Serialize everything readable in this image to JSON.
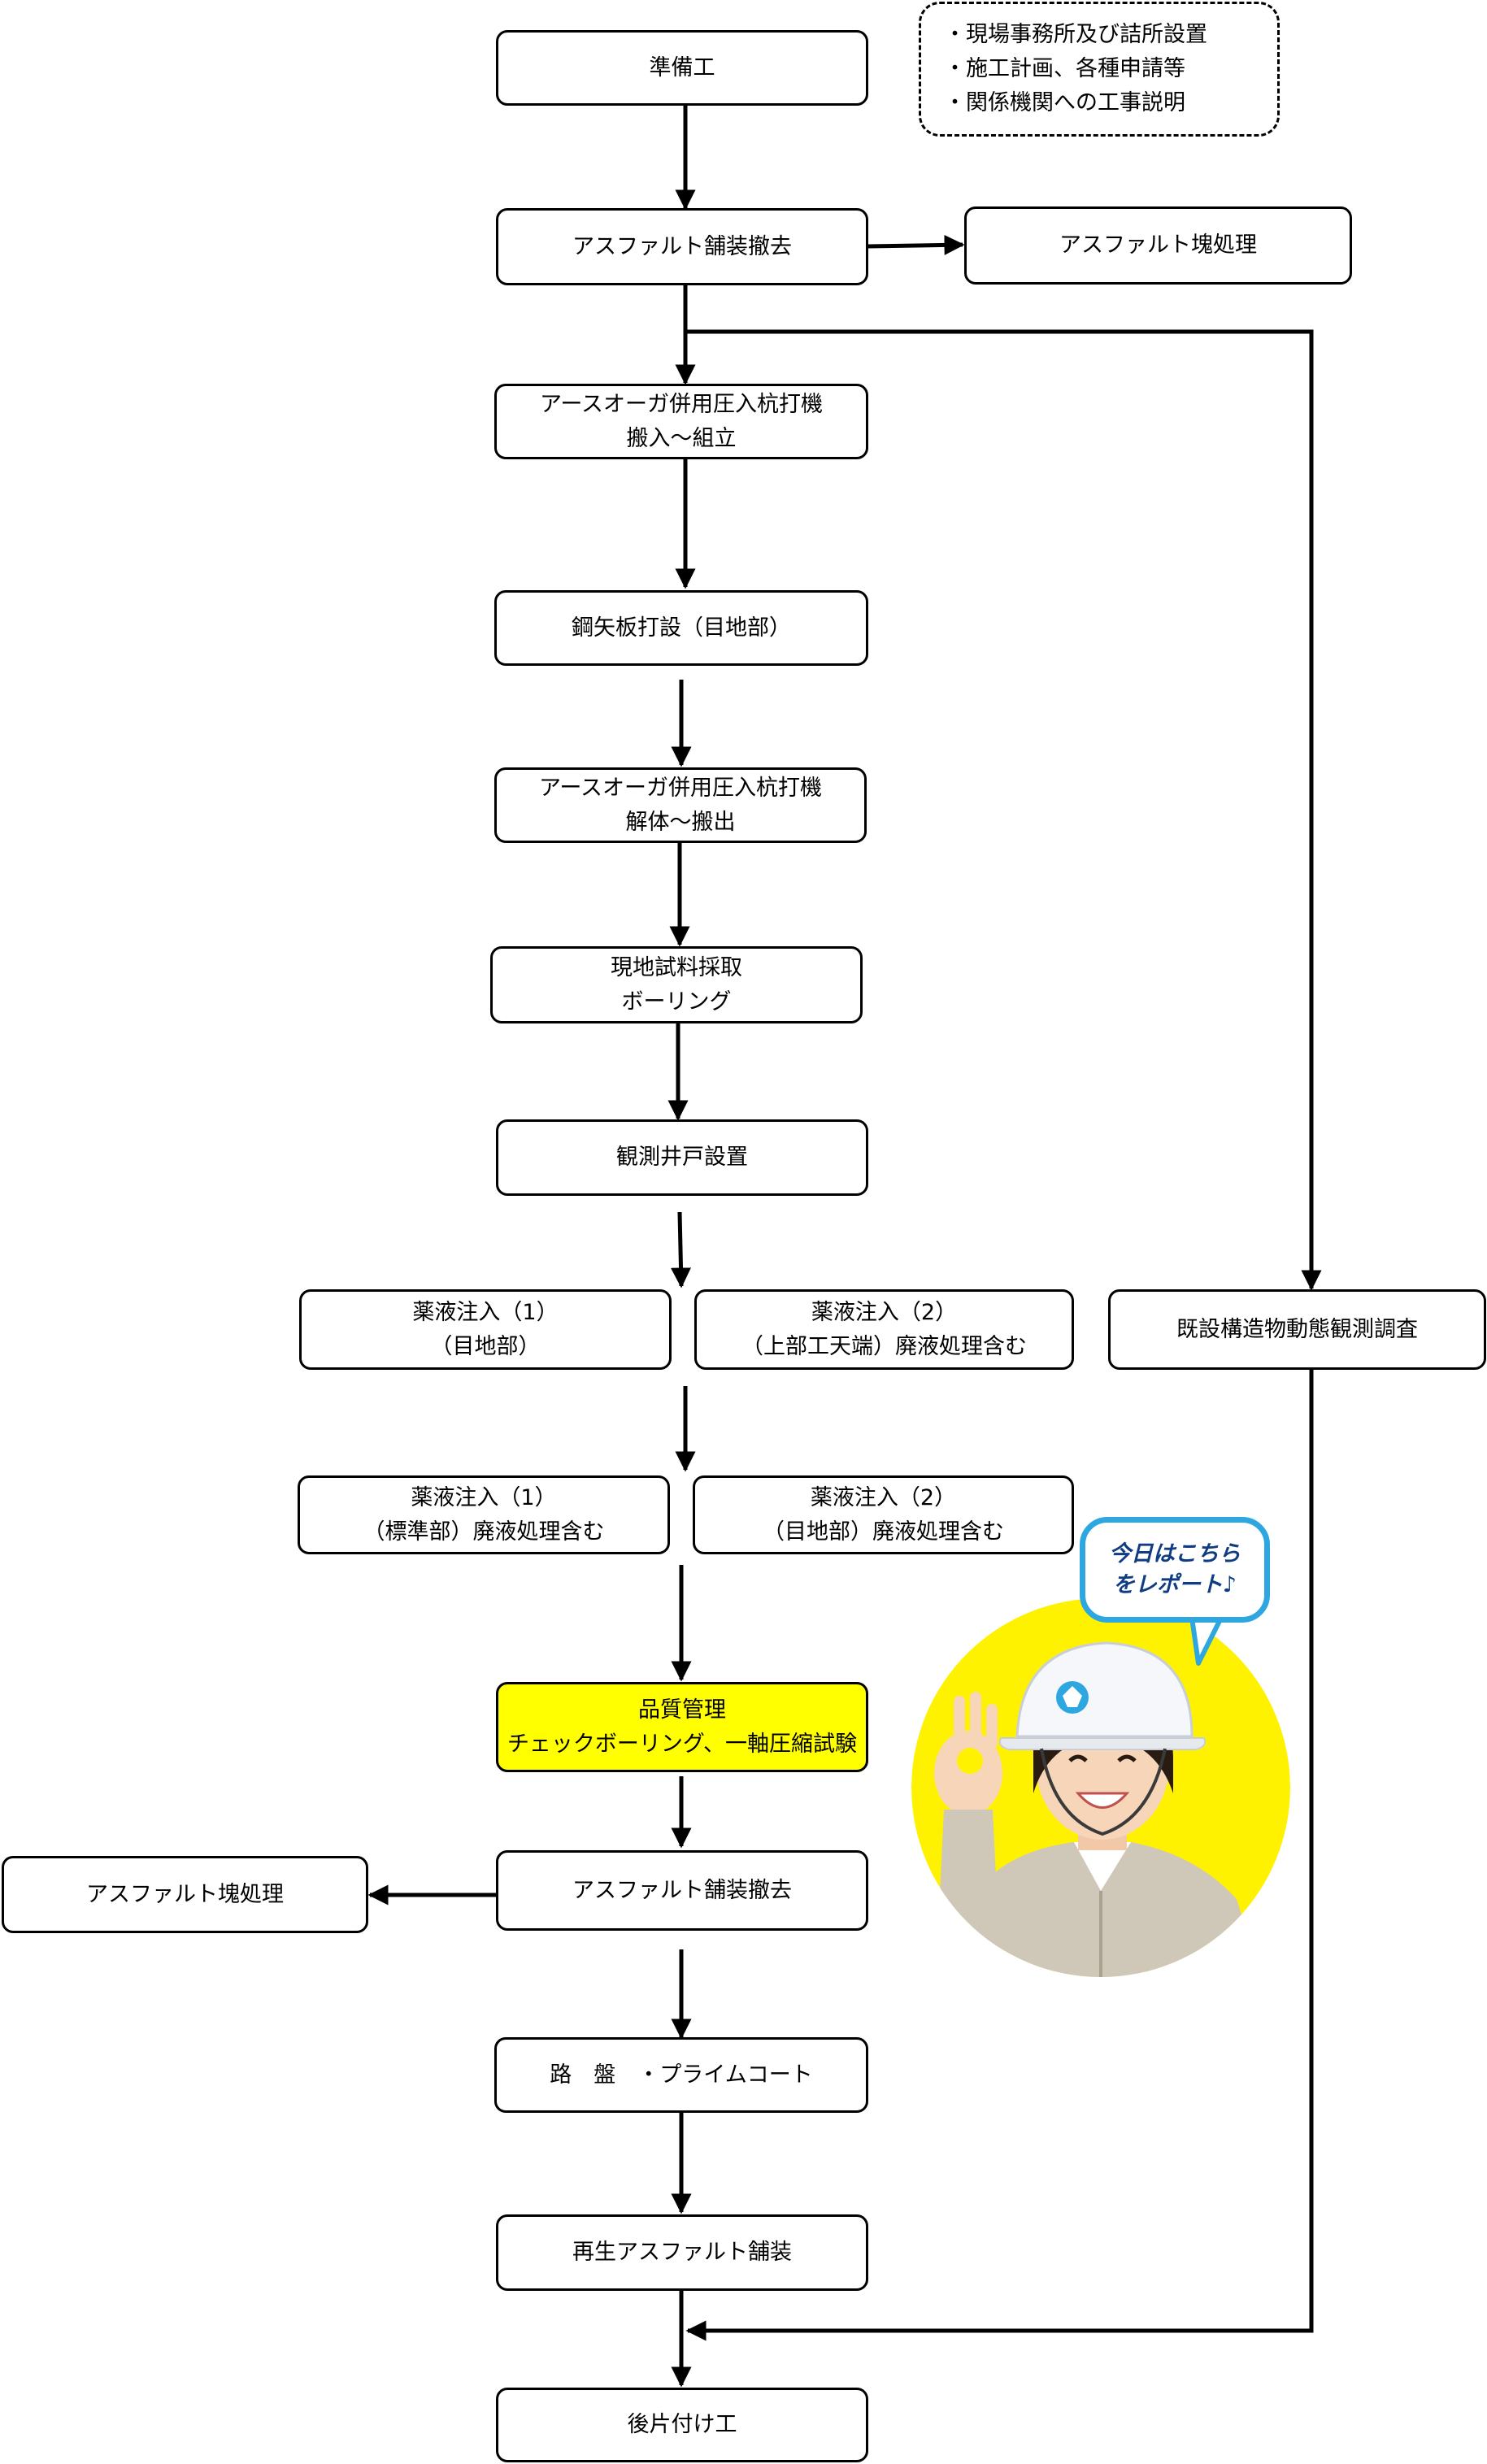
{
  "notes": [
    "・現場事務所及び詰所設置",
    "・施工計画、各種申請等",
    "・関係機関への工事説明"
  ],
  "steps": {
    "preparation": [
      "準備工"
    ],
    "asphalt_removal_1": [
      "アスファルト舗装撤去"
    ],
    "asphalt_disposal_1": [
      "アスファルト塊処理"
    ],
    "auger_setup": [
      "アースオーガ併用圧入杭打機",
      "搬入～組立"
    ],
    "sheet_pile": [
      "鋼矢板打設（目地部）"
    ],
    "auger_removal": [
      "アースオーガ併用圧入杭打機",
      "解体～搬出"
    ],
    "boring": [
      "現地試料採取",
      "ボーリング"
    ],
    "well": [
      "観測井戸設置"
    ],
    "injection_1a": [
      "薬液注入（1）",
      "（目地部）"
    ],
    "injection_2a": [
      "薬液注入（2）",
      "（上部工天端）廃液処理含む"
    ],
    "injection_1b": [
      "薬液注入（1）",
      "（標準部）廃液処理含む"
    ],
    "injection_2b": [
      "薬液注入（2）",
      "（目地部）廃液処理含む"
    ],
    "monitoring": [
      "既設構造物動態観測調査"
    ],
    "quality": [
      "品質管理",
      "チェックボーリング、一軸圧縮試験"
    ],
    "asphalt_removal_2": [
      "アスファルト舗装撤去"
    ],
    "asphalt_disposal_2": [
      "アスファルト塊処理"
    ],
    "roadbed": [
      "路　盤　・プライムコート"
    ],
    "repaving": [
      "再生アスファルト舗装"
    ],
    "cleanup": [
      "後片付け工"
    ]
  },
  "bubble": [
    "今日はこちら",
    "をレポート♪"
  ],
  "colors": {
    "highlight": "#ffff00",
    "bubble_border": "#2ea7e0",
    "bubble_text": "#0f3c82",
    "person_background": "#fff200"
  },
  "illustration": "worker-in-helmet-photo"
}
